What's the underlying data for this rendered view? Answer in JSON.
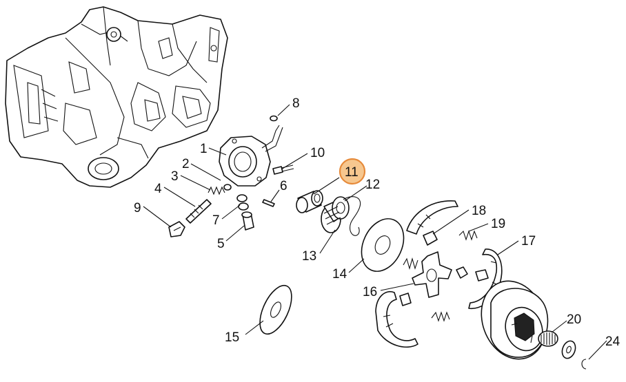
{
  "callouts": {
    "c1": "1",
    "c2": "2",
    "c3": "3",
    "c4": "4",
    "c5": "5",
    "c6": "6",
    "c7": "7",
    "c8": "8",
    "c9": "9",
    "c10": "10",
    "c11": "11",
    "c12": "12",
    "c13": "13",
    "c14": "14",
    "c15": "15",
    "c16": "16",
    "c17": "17",
    "c18": "18",
    "c19": "19",
    "c20": "20",
    "c24": "24"
  },
  "highlighted_callout": "11",
  "colors": {
    "line": "#111111",
    "highlight_fill": "#f6c78f",
    "highlight_stroke": "#e68a3a"
  }
}
